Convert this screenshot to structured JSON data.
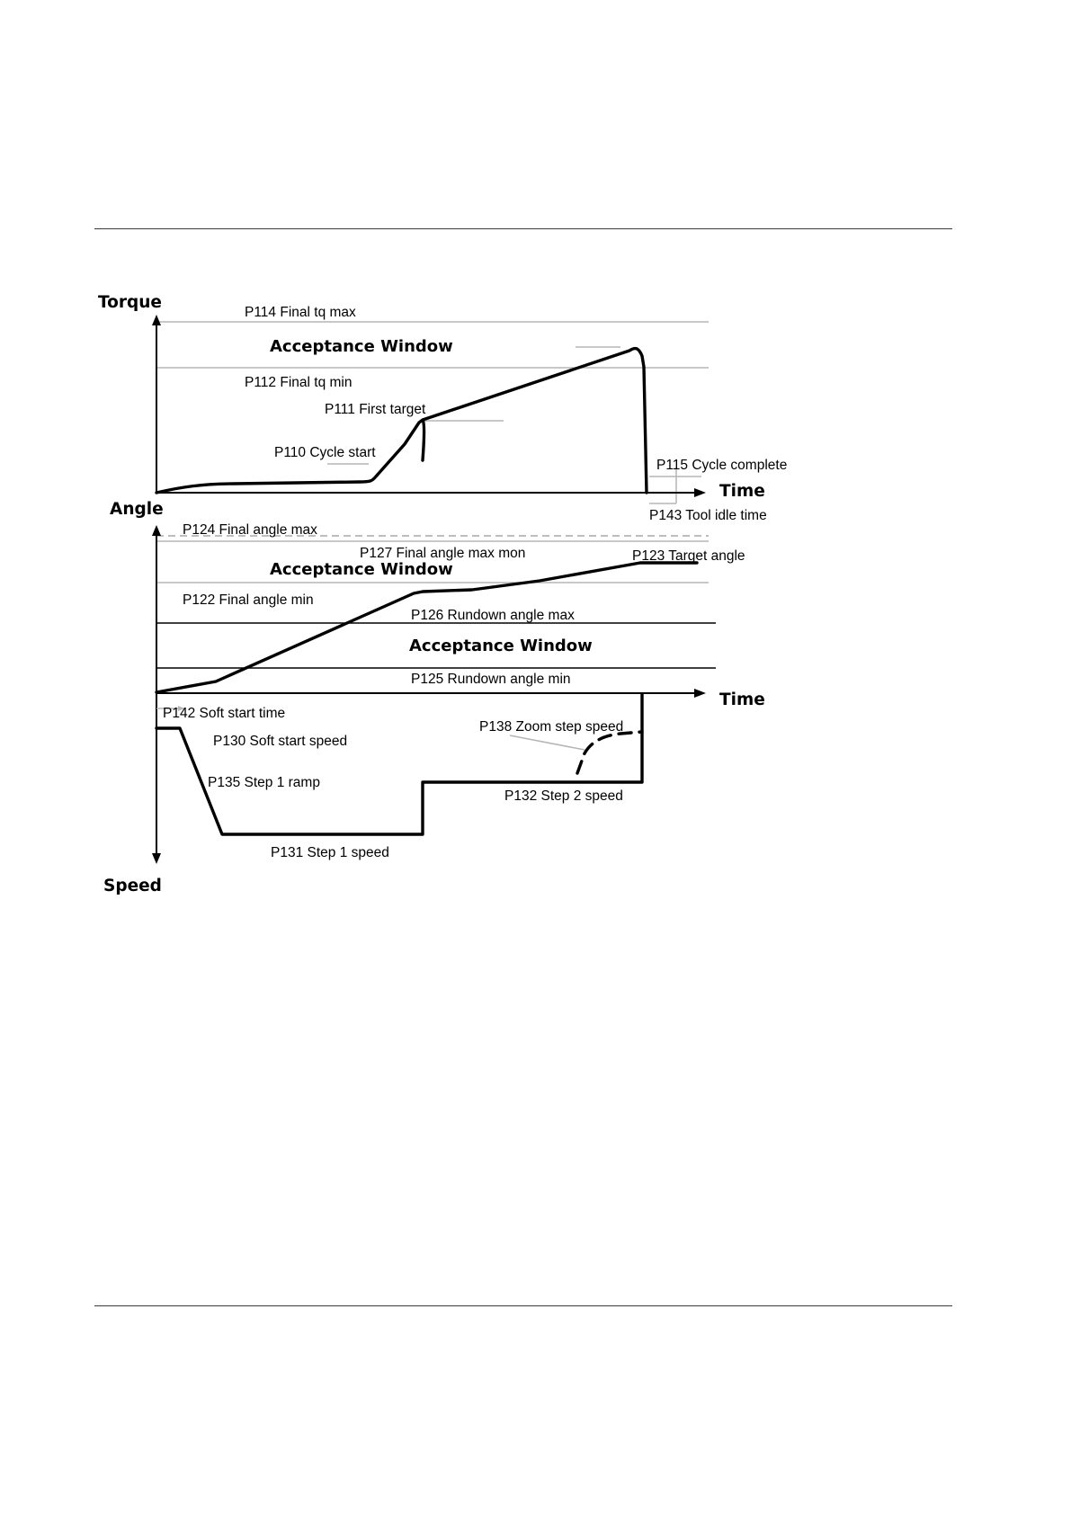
{
  "torque_panel": {
    "axis_label": "Torque",
    "time_label": "Time",
    "acceptance_window": "Acceptance Window",
    "p114": "P114 Final tq max",
    "p112": "P112 Final tq min",
    "p111": "P111 First target",
    "p110": "P110 Cycle start",
    "p115": "P115 Cycle complete",
    "p143": "P143 Tool idle time"
  },
  "angle_panel": {
    "axis_label": "Angle",
    "time_label": "Time",
    "acceptance_window_1": "Acceptance Window",
    "acceptance_window_2": "Acceptance Window",
    "p124": "P124 Final angle max",
    "p127": "P127 Final angle max mon",
    "p123": "P123 Target angle",
    "p122": "P122 Final angle min",
    "p126": "P126 Rundown angle max",
    "p125": "P125 Rundown angle min"
  },
  "speed_panel": {
    "axis_label": "Speed",
    "p142": "P142 Soft start time",
    "p130": "P130 Soft start speed",
    "p138": "P138 Zoom step speed",
    "p135": "P135 Step 1 ramp",
    "p132": "P132 Step 2 speed",
    "p131": "P131 Step 1 speed"
  },
  "colors": {
    "guide_line": "#b5b5b5",
    "curve": "#000000",
    "page_rule": "#3a3a3a"
  }
}
